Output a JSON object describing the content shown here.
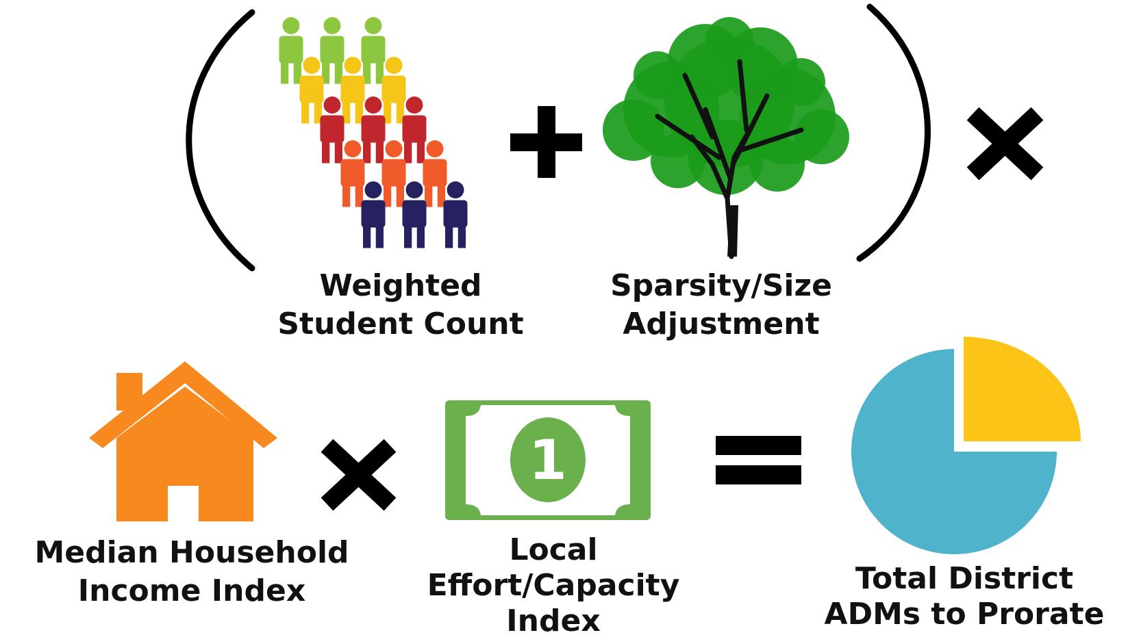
{
  "operators": {
    "open_paren": "(",
    "close_paren": ")",
    "plus": "+",
    "times_top": "times",
    "times_bottom": "times",
    "equals": "="
  },
  "terms": {
    "weighted_student_count": {
      "line1": "Weighted",
      "line2": "Student Count",
      "icon": "people-group-icon"
    },
    "sparsity_size_adjustment": {
      "line1": "Sparsity/Size",
      "line2": "Adjustment",
      "icon": "tree-icon"
    },
    "median_household_income_index": {
      "line1": "Median Household",
      "line2": "Income Index",
      "icon": "house-icon"
    },
    "local_effort_capacity_index": {
      "line1": "Local",
      "line2": "Effort/Capacity",
      "line3": "Index",
      "icon": "dollar-bill-icon",
      "bill_numeral": "1"
    },
    "total_district_adms": {
      "line1": "Total District",
      "line2": "ADMs to Prorate",
      "icon": "pie-chart-icon"
    }
  },
  "colors": {
    "people_rows": [
      "#8dc63f",
      "#f5c518",
      "#c0272d",
      "#f15a29",
      "#262262"
    ],
    "tree_canopy": "#1a9b1a",
    "tree_trunk": "#111111",
    "house": "#f7891f",
    "bill": "#6ab04c",
    "pie_main": "#4fb3cb",
    "pie_slice": "#fbc416"
  }
}
